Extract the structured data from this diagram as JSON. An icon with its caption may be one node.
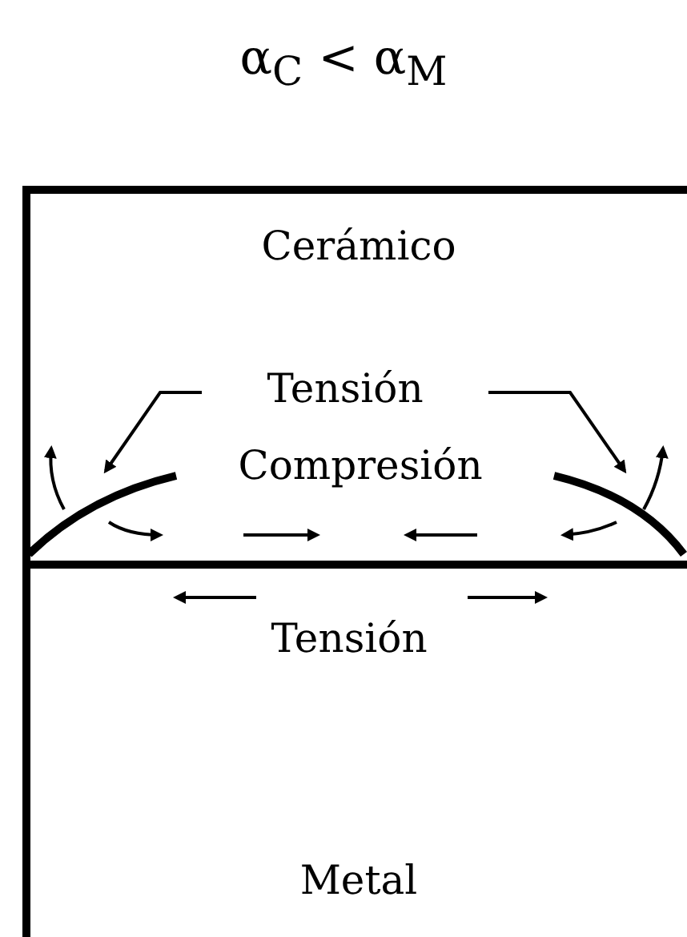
{
  "diagram": {
    "title": "α$_{C}$ < α$_{M}$",
    "nodes": [
      {
        "text": [
          "Cerámico"
        ]
      },
      {
        "text": [
          "Tensión"
        ],
        "in": 0
      },
      {
        "text": [],
        "shape": "curve",
        "in": 0
      },
      {
        "text": [],
        "shape": "curve",
        "in": 0
      },
      {
        "text": [
          "Metal"
        ]
      }
    ],
    "edges": [
      {
        "from": 1,
        "to": 2,
        "arrow": "to"
      },
      {
        "from": 1,
        "to": 3,
        "arrow": "to"
      }
    ],
    "labels": [
      "Compresión",
      "Tensión"
    ]
  }
}
